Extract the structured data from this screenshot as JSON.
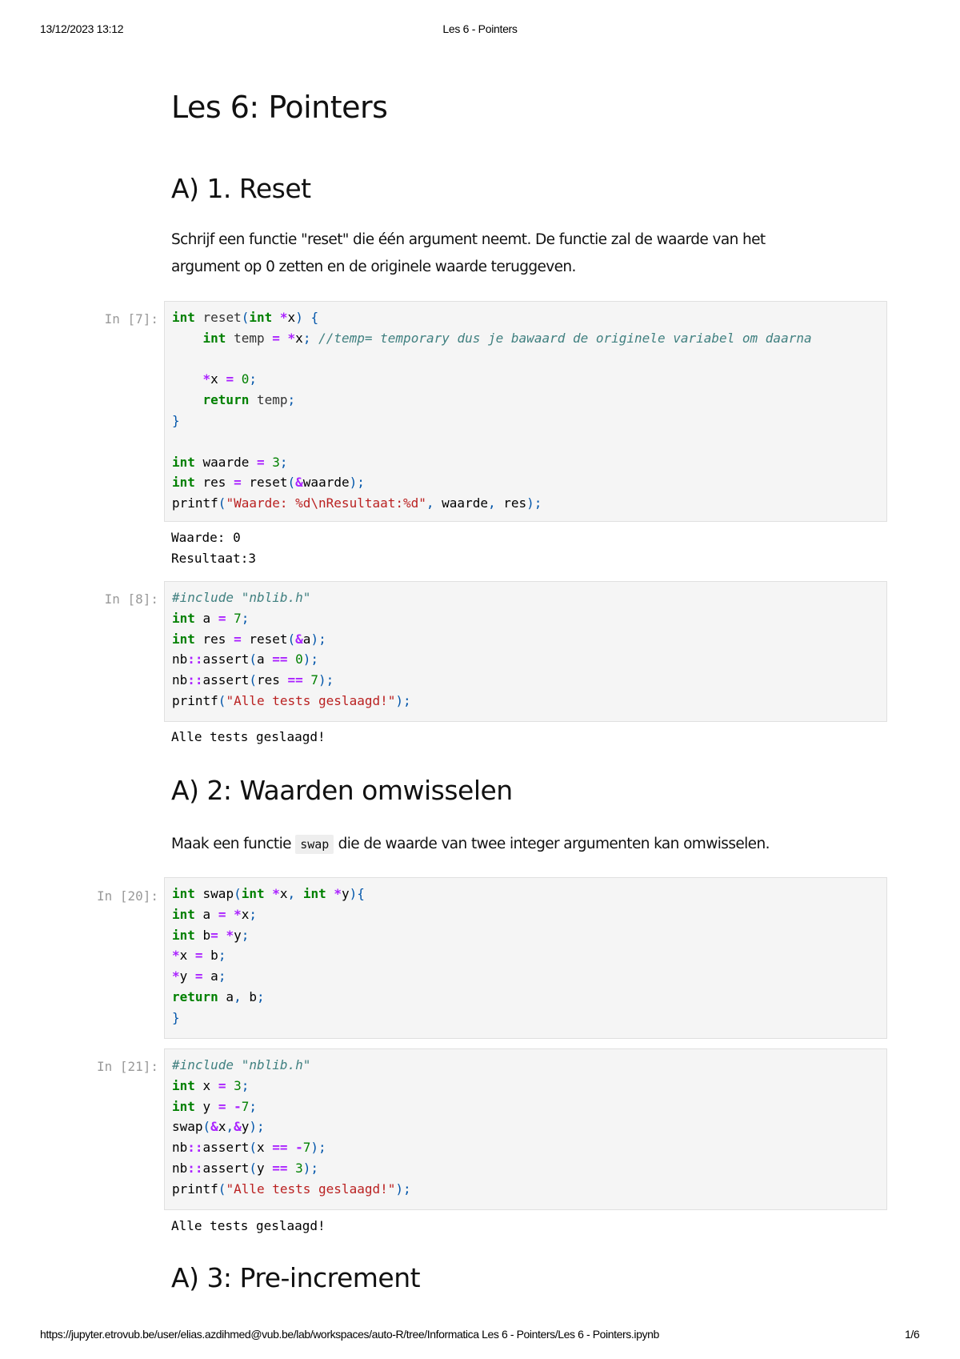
{
  "print_header": {
    "datetime": "13/12/2023 13:12",
    "title": "Les 6 - Pointers"
  },
  "print_footer": {
    "url": "https://jupyter.etrovub.be/user/elias.azdihmed@vub.be/lab/workspaces/auto-R/tree/Informatica Les 6 - Pointers/Les 6 - Pointers.ipynb",
    "page": "1/6"
  },
  "notebook": {
    "title": "Les 6: Pointers",
    "sections": [
      {
        "heading": "A) 1. Reset",
        "description": "Schrijf een functie \"reset\" die één argument neemt. De functie zal de waarde van het argument op 0 zetten en de originele waarde teruggeven."
      },
      {
        "heading": "A) 2: Waarden omwisselen",
        "description_before": "Maak een functie",
        "inline_code": "swap",
        "description_after": "die de waarde van twee integer argumenten kan omwisselen."
      },
      {
        "heading": "A) 3: Pre-increment"
      }
    ],
    "cells": [
      {
        "prompt": "In [7]:",
        "code": [
          "int reset(int *x) {",
          "    int temp = *x; //temp= temporary dus je bawaard de originele variabel om daarna",
          "",
          "    *x = 0;",
          "    return temp;",
          "}",
          "",
          "int waarde = 3;",
          "int res = reset(&waarde);",
          "printf(\"Waarde: %d\\nResultaat:%d\", waarde, res);"
        ],
        "output": [
          "Waarde: 0",
          "Resultaat:3"
        ]
      },
      {
        "prompt": "In [8]:",
        "code": [
          "#include \"nblib.h\"",
          "int a = 7;",
          "int res = reset(&a);",
          "nb::assert(a == 0);",
          "nb::assert(res == 7);",
          "printf(\"Alle tests geslaagd!\");"
        ],
        "output": [
          "Alle tests geslaagd!"
        ]
      },
      {
        "prompt": "In [20]:",
        "code": [
          "int swap(int *x, int *y){",
          "int a = *x;",
          "int b= *y;",
          "*x = b;",
          "*y = a;",
          "return a, b;",
          "}"
        ]
      },
      {
        "prompt": "In [21]:",
        "code": [
          "#include \"nblib.h\"",
          "int x = 3;",
          "int y = -7;",
          "swap(&x,&y);",
          "nb::assert(x == -7);",
          "nb::assert(y == 3);",
          "printf(\"Alle tests geslaagd!\");"
        ],
        "output": [
          "Alle tests geslaagd!"
        ]
      }
    ],
    "syntax_colors": {
      "keyword": "#008000",
      "operator": "#aa22ff",
      "string": "#ba2121",
      "comment": "#408080",
      "punctuation": "#0055aa",
      "cell_background": "#f5f5f5",
      "cell_border": "#e0e0e0",
      "prompt": "#999999"
    }
  }
}
